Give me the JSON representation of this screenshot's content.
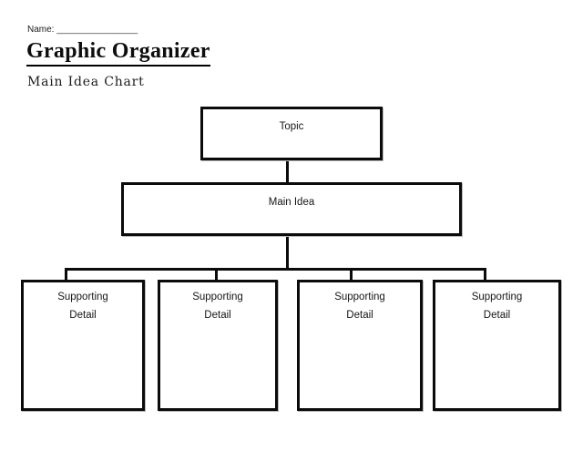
{
  "header": {
    "name_label": "Name:",
    "name_blank": "________________",
    "title": "Graphic Organizer",
    "subtitle": "Main Idea Chart"
  },
  "diagram": {
    "type": "hierarchy",
    "topic": {
      "label": "Topic"
    },
    "main_idea": {
      "label": "Main Idea"
    },
    "supporting": [
      {
        "line1": "Supporting",
        "line2": "Detail"
      },
      {
        "line1": "Supporting",
        "line2": "Detail"
      },
      {
        "line1": "Supporting",
        "line2": "Detail"
      },
      {
        "line1": "Supporting",
        "line2": "Detail"
      }
    ]
  },
  "colors": {
    "ink": "#000000",
    "background": "#ffffff"
  }
}
